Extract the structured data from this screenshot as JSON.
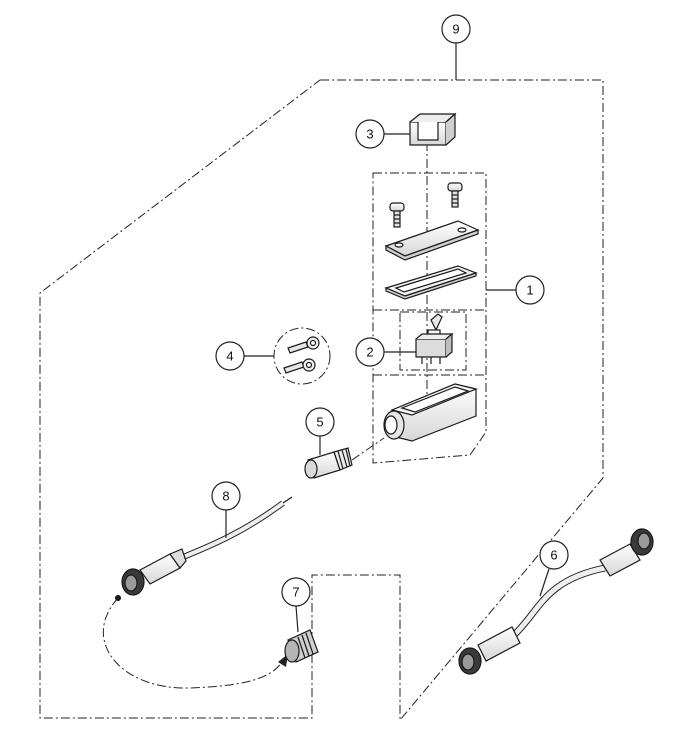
{
  "callouts": [
    {
      "id": "1",
      "label": "1"
    },
    {
      "id": "2",
      "label": "2"
    },
    {
      "id": "3",
      "label": "3"
    },
    {
      "id": "4",
      "label": "4"
    },
    {
      "id": "5",
      "label": "5"
    },
    {
      "id": "6",
      "label": "6"
    },
    {
      "id": "7",
      "label": "7"
    },
    {
      "id": "8",
      "label": "8"
    },
    {
      "id": "9",
      "label": "9"
    }
  ],
  "colors": {
    "line": "#222222",
    "background": "#ffffff"
  }
}
